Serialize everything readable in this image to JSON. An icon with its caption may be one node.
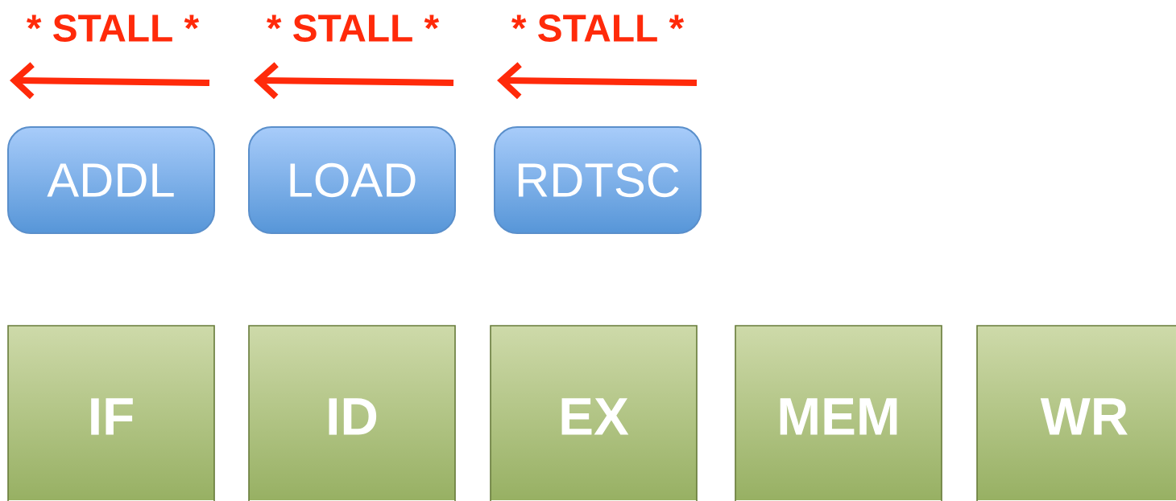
{
  "diagram": {
    "nodes": [
      {
        "text": [
          "ADDL"
        ]
      },
      {
        "text": [
          "LOAD"
        ]
      },
      {
        "text": [
          "RDTSC"
        ]
      },
      {
        "text": [
          "IF"
        ]
      },
      {
        "text": [
          "ID"
        ]
      },
      {
        "text": [
          "EX"
        ]
      },
      {
        "text": [
          "MEM"
        ]
      },
      {
        "text": [
          "WR"
        ]
      }
    ],
    "labels": [
      "* STALL *",
      "* STALL *",
      "* STALL *"
    ]
  }
}
